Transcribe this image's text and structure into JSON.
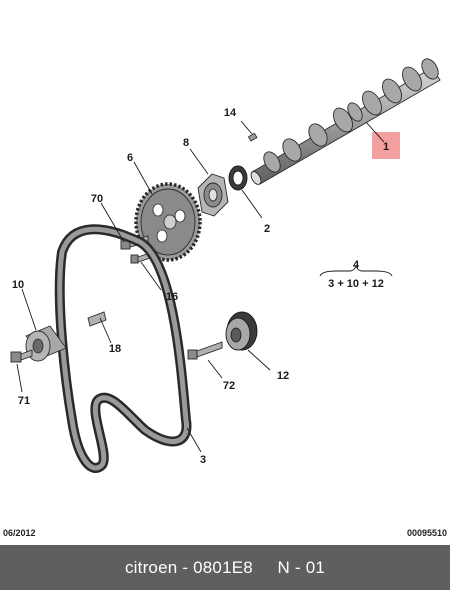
{
  "callouts": {
    "c1": "1",
    "c2": "2",
    "c3": "3",
    "c4": "4",
    "c6": "6",
    "c8": "8",
    "c10": "10",
    "c12": "12",
    "c14": "14",
    "c16": "16",
    "c18": "18",
    "c70": "70",
    "c71": "71",
    "c72": "72"
  },
  "kit": {
    "number": "4",
    "formula": "3 + 10 + 12"
  },
  "footer": {
    "date": "06/2012",
    "code": "00095510"
  },
  "caption": "citroen - 0801E8     N - 01",
  "colors": {
    "highlight": "#f4a0a0",
    "bar": "#5f5f5f",
    "part_fill": "#9a9a9a"
  }
}
